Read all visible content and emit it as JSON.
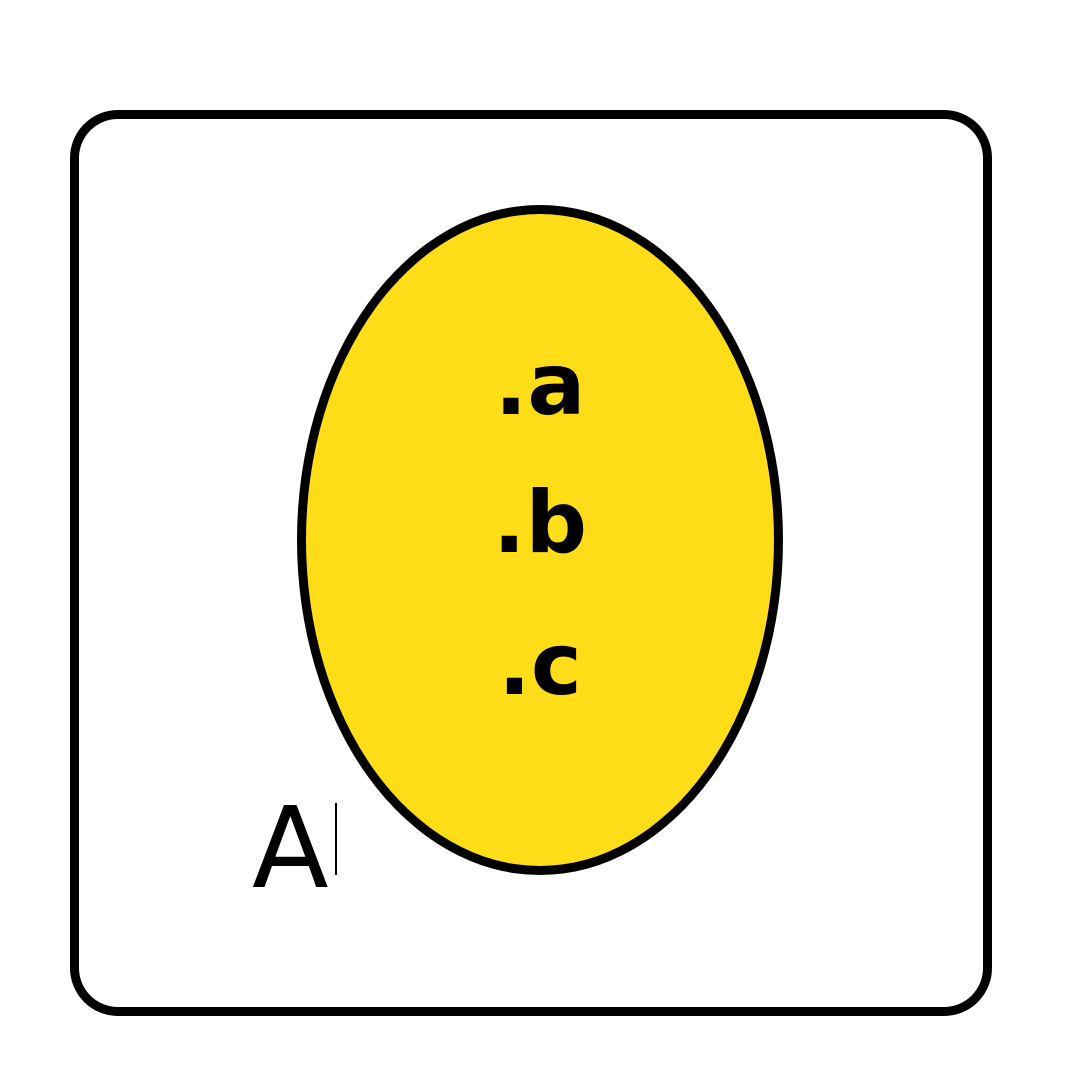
{
  "diagram": {
    "set_fill_color": "#FCDD18",
    "stroke_color": "#000000",
    "background_color": "#FFFFFF",
    "set_label": "A",
    "elements": [
      ".a",
      ".b",
      ".c"
    ]
  }
}
